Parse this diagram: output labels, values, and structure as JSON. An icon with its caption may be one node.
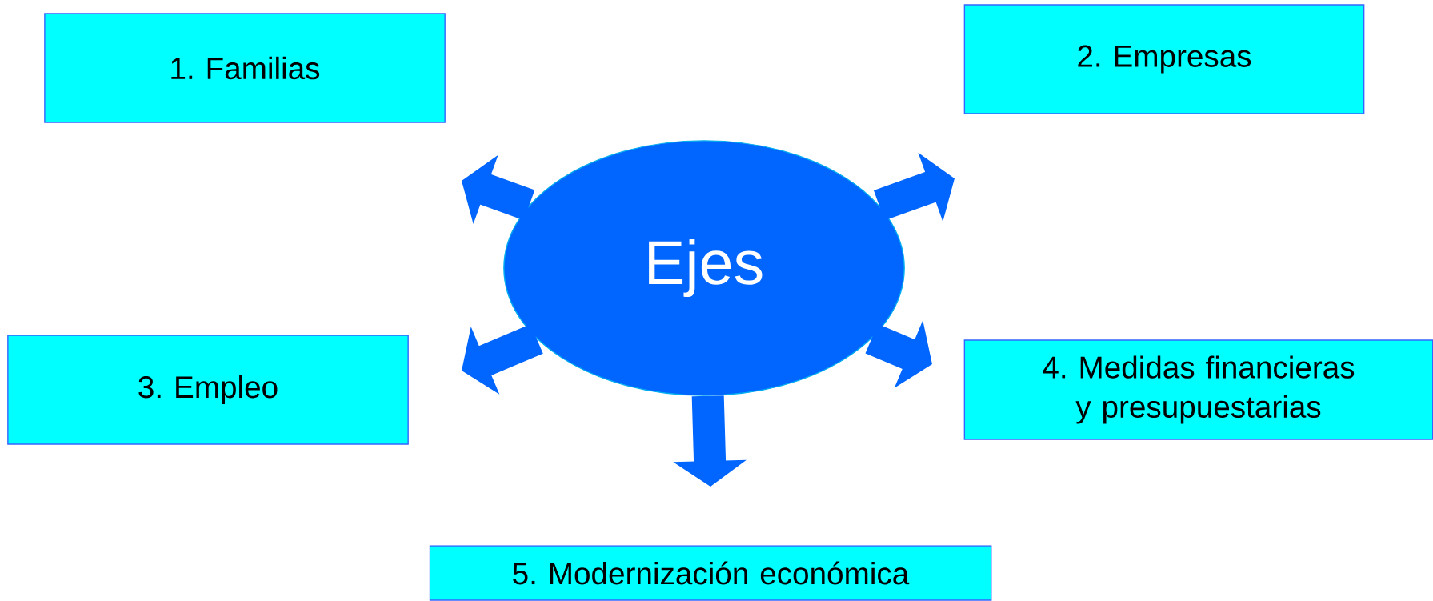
{
  "diagram": {
    "nodes": [
      {
        "text": [
          "1. Familias"
        ]
      },
      {
        "text": [
          "2. Empresas"
        ]
      },
      {
        "text": [
          "Ejes"
        ]
      },
      {
        "text": [
          "3. Empleo"
        ]
      },
      {
        "text": [
          "4. Medidas financieras y presupuestarias"
        ]
      },
      {
        "text": [
          "5. Modernización económica"
        ]
      }
    ],
    "edges": [
      {
        "from": 2,
        "to": null,
        "arrow": "to"
      },
      {
        "from": 2,
        "to": null,
        "arrow": "to"
      },
      {
        "from": 2,
        "to": null,
        "arrow": "to"
      },
      {
        "from": 2,
        "to": null,
        "arrow": "to"
      },
      {
        "from": 2,
        "to": null,
        "arrow": "to"
      }
    ]
  }
}
